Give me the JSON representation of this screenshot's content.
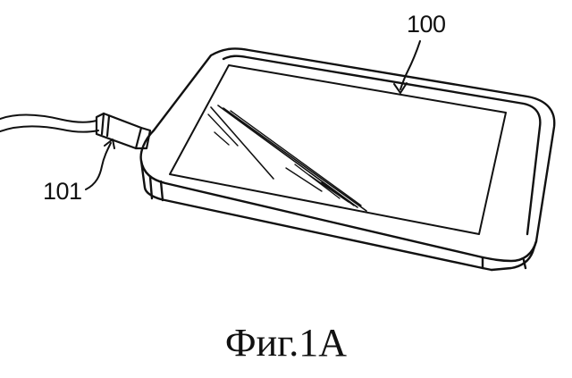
{
  "figure": {
    "caption": "Фиг.1A",
    "reference_numerals": {
      "device": "100",
      "cable": "101"
    }
  }
}
